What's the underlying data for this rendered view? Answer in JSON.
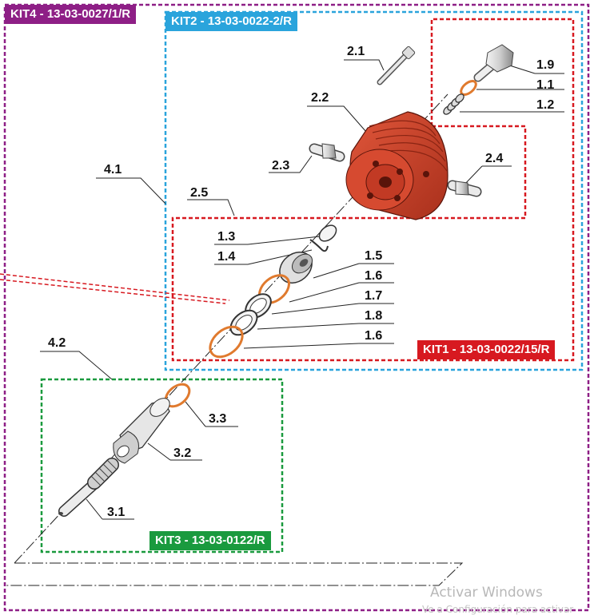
{
  "kits": {
    "kit4": {
      "label": "KIT4 - 13-03-0027/1/R",
      "color": "#8e1f86"
    },
    "kit2": {
      "label": "KIT2 - 13-03-0022-2/R",
      "color": "#2aa4dc"
    },
    "kit1": {
      "label": "KIT1 - 13-03-0022/15/R",
      "color": "#d71920"
    },
    "kit3": {
      "label": "KIT3 - 13-03-0122/R",
      "color": "#1a9a3e"
    }
  },
  "parts": {
    "p2_1": "2.1",
    "p1_9": "1.9",
    "p1_1": "1.1",
    "p2_2": "2.2",
    "p1_2": "1.2",
    "p2_3": "2.3",
    "p2_4": "2.4",
    "p4_1": "4.1",
    "p2_5": "2.5",
    "p1_3": "1.3",
    "p1_4": "1.4",
    "p1_5": "1.5",
    "p1_6a": "1.6",
    "p1_7": "1.7",
    "p1_8": "1.8",
    "p1_6b": "1.6",
    "p4_2": "4.2",
    "p3_3": "3.3",
    "p3_2": "3.2",
    "p3_1": "3.1"
  },
  "watermark": {
    "line1": "Activar Windows",
    "line2": "Ve a Configuración para activar"
  }
}
